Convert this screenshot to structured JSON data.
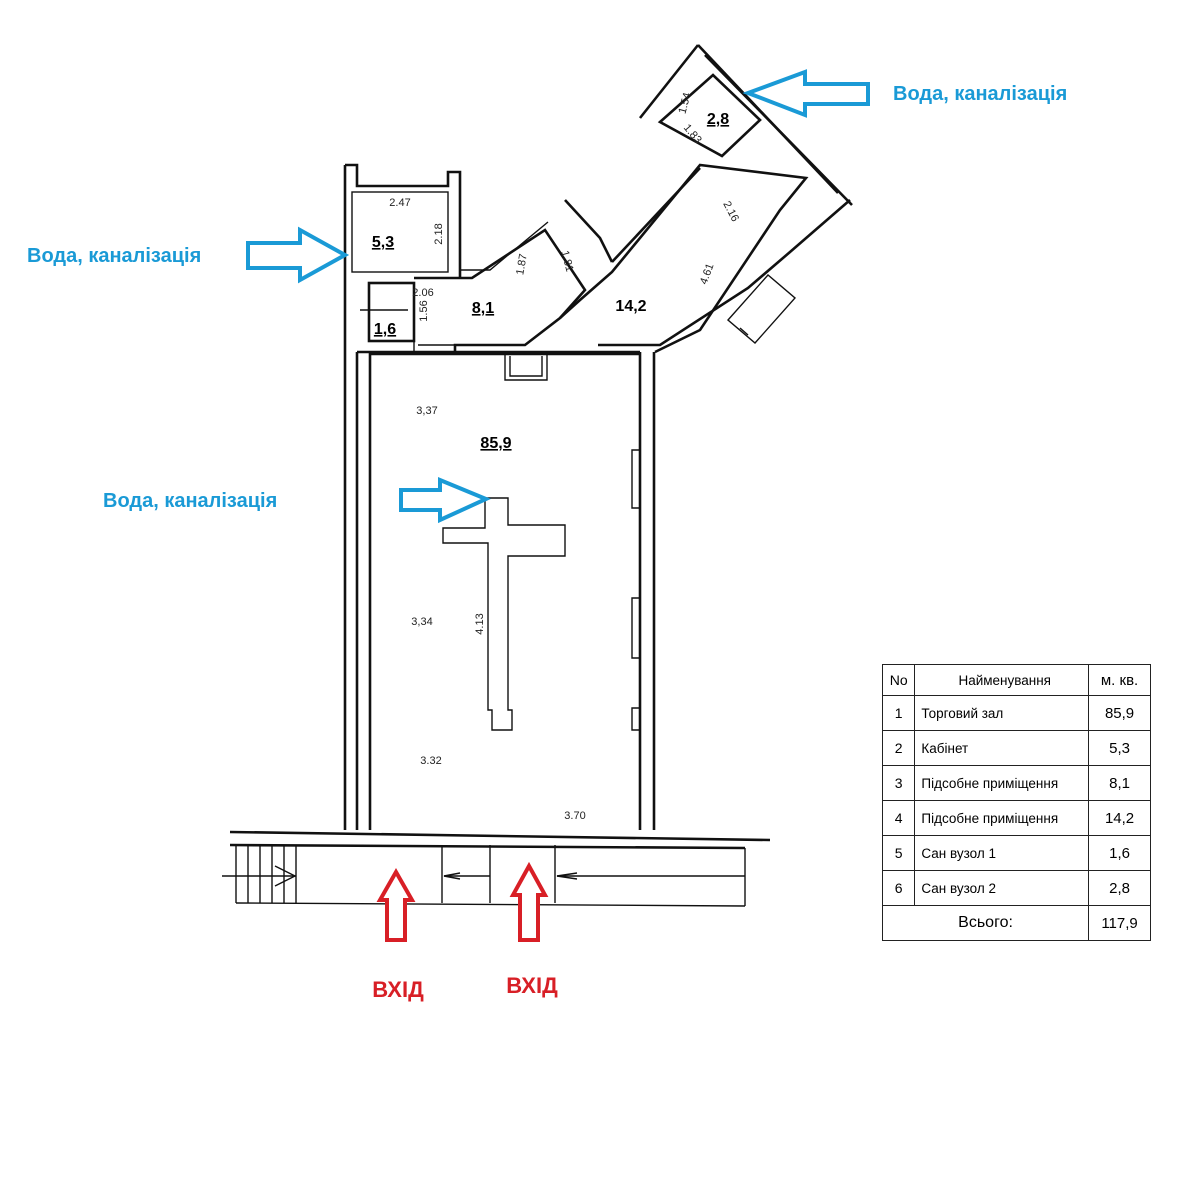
{
  "rooms": {
    "main_hall_area": "85,9",
    "office_area": "5,3",
    "utility1_area": "8,1",
    "utility2_area": "14,2",
    "wc1_area": "1,6",
    "wc2_area": "2,8"
  },
  "dimensions": {
    "office_w": "2.47",
    "office_h": "2.18",
    "wc2_a": "1.54",
    "wc2_b": "1.83",
    "util1_w": "2.06",
    "util1_a": "1.87",
    "util1_b": "1.81",
    "wc1_h": "1.56",
    "util2_a": "2.16",
    "util2_b": "4.61",
    "hall_a": "3,37",
    "hall_b": "3,34",
    "hall_c": "3.32",
    "hall_d": "3.70",
    "hall_e": "4.13"
  },
  "annotations": {
    "water_top": "Вода, каналізація",
    "water_left": "Вода, каналізація",
    "water_mid": "Вода, каналізація",
    "entrance_1": "ВХІД",
    "entrance_2": "ВХІД"
  },
  "legend": {
    "headers": {
      "no": "No",
      "name": "Найменування",
      "area": "м. кв."
    },
    "rows": [
      {
        "no": "1",
        "name": "Торговий зал",
        "area": "85,9"
      },
      {
        "no": "2",
        "name": "Кабінет",
        "area": "5,3"
      },
      {
        "no": "3",
        "name": "Підсобне приміщення",
        "area": "8,1"
      },
      {
        "no": "4",
        "name": "Підсобне приміщення",
        "area": "14,2"
      },
      {
        "no": "5",
        "name": "Сан вузол 1",
        "area": "1,6"
      },
      {
        "no": "6",
        "name": "Сан вузол 2",
        "area": "2,8"
      }
    ],
    "total_label": "Всього:",
    "total_value": "117,9"
  },
  "colors": {
    "annotation_blue": "#1a9ad6",
    "entrance_red": "#d81f26",
    "wall": "#111111"
  }
}
